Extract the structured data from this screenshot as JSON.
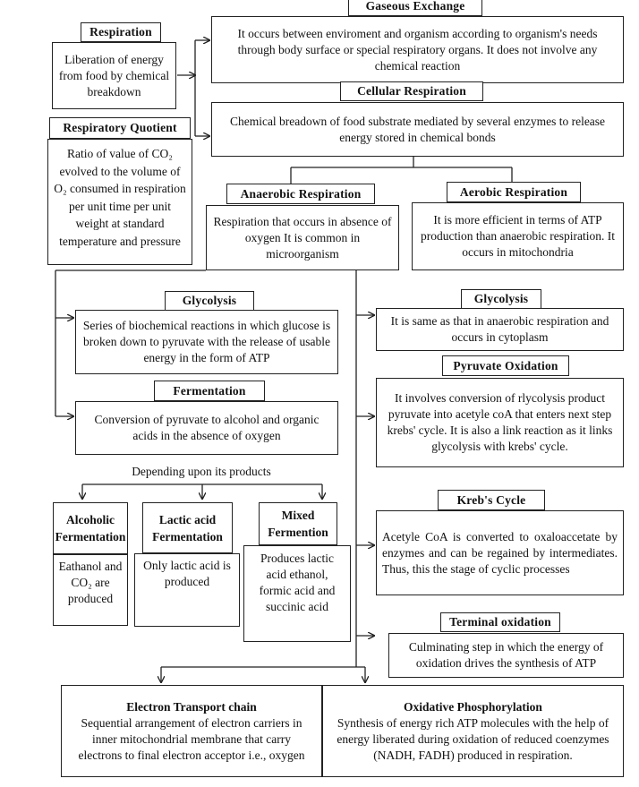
{
  "gaseous_exchange": {
    "title": "Gaseous Exchange",
    "text": "It occurs between enviroment and organism according to organism's needs through body surface or special respiratory organs. It does not involve any chemical reaction"
  },
  "respiration": {
    "title": "Respiration",
    "text": "Liberation of energy from food by chemical breakdown"
  },
  "respiratory_quotient": {
    "title": "Respiratory Quotient",
    "text": "Ratio of value of CO₂ evolved to the volume of O₂ consumed in respiration per unit time per unit weight at standard temperature and pressure"
  },
  "cellular_respiration": {
    "title": "Cellular Respiration",
    "text": "Chemical breadown of food substrate mediated by several enzymes to release energy stored in chemical bonds"
  },
  "anaerobic": {
    "title": "Anaerobic Respiration",
    "text": "Respiration that occurs in absence of oxygen It is common in microorganism"
  },
  "aerobic": {
    "title": "Aerobic Respiration",
    "text": "It is more efficient in terms of ATP production than anaerobic respiration. It occurs in mitochondria"
  },
  "glycolysis_left": {
    "title": "Glycolysis",
    "text": "Series of biochemical reactions in which glucose is broken down to pyruvate with the release of usable energy in the form of ATP"
  },
  "glycolysis_right": {
    "title": "Glycolysis",
    "text": "It is same as that in anaerobic respiration and occurs in cytoplasm"
  },
  "fermentation": {
    "title": "Fermentation",
    "text": "Conversion of pyruvate to alcohol and organic acids in the absence of oxygen"
  },
  "pyruvate_oxidation": {
    "title": "Pyruvate Oxidation",
    "text": "It involves conversion of rlycolysis product pyruvate into acetyle coA that enters next step krebs' cycle. It is also a link reaction as it links glycolysis with krebs' cycle."
  },
  "depending_label": "Depending upon its products",
  "alcoholic": {
    "title_line1": "Alcoholic",
    "title_line2": "Fermentation",
    "text": "Eathanol and CO₂ are produced"
  },
  "lactic": {
    "title_line1": "Lactic acid",
    "title_line2": "Fermentation",
    "text": "Only lactic acid is produced"
  },
  "mixed": {
    "title_line1": "Mixed",
    "title_line2": "Fermention",
    "text": "Produces lactic acid ethanol, formic acid and succinic acid"
  },
  "krebs": {
    "title": "Kreb's Cycle",
    "text": "Acetyle CoA is converted to oxaloaccetate by enzymes and can be regained by intermediates. Thus, this the stage of cyclic processes"
  },
  "terminal": {
    "title": "Terminal oxidation",
    "text": "Culminating step in which the energy of oxidation drives the synthesis of ATP"
  },
  "etc": {
    "title": "Electron Transport chain",
    "text": "Sequential arrangement of electron carriers in inner mitochondrial membrane that carry electrons to final electron acceptor i.e., oxygen"
  },
  "oxphos": {
    "title": "Oxidative Phosphorylation",
    "text": "Synthesis of energy rich ATP molecules with the help of energy liberated during oxidation of reduced coenzymes (NADH, FADH) produced in respiration."
  }
}
